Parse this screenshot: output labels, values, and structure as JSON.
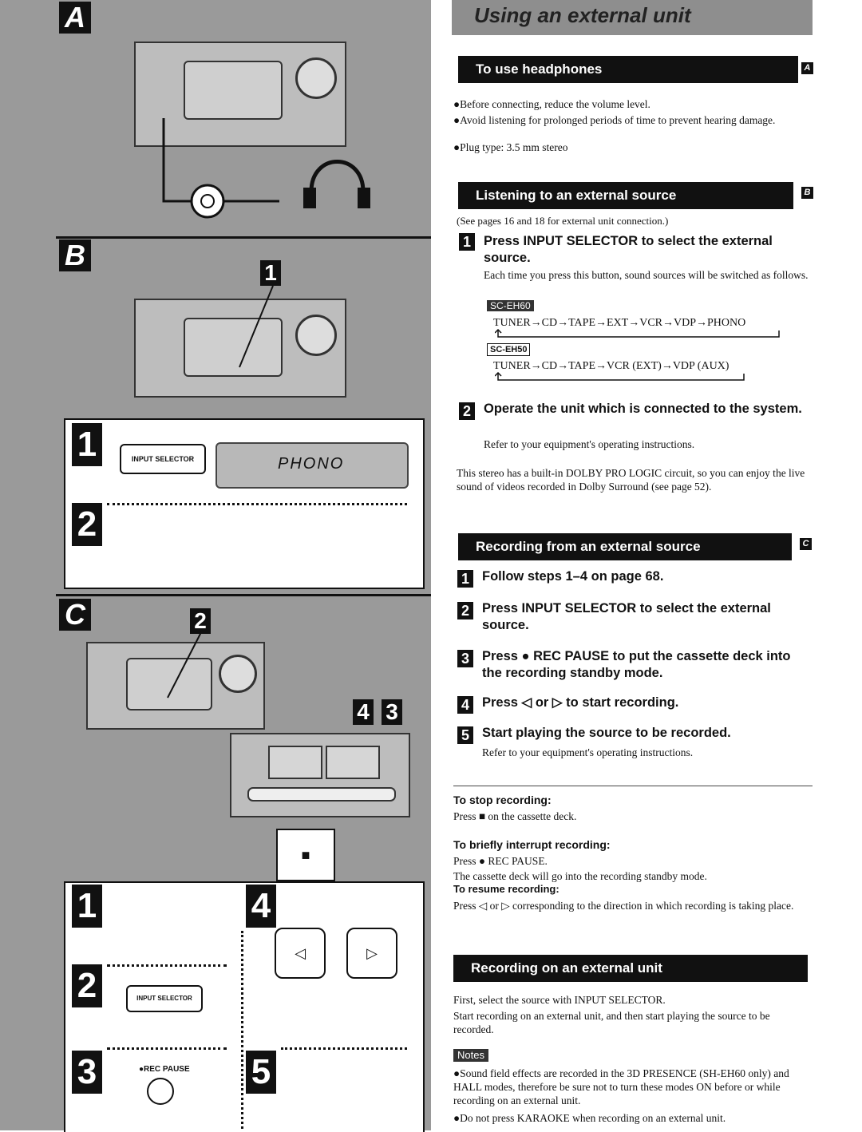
{
  "page_title": "Using an external unit",
  "panels": {
    "A": "A",
    "B": "B",
    "C": "C",
    "b_step1": "1",
    "b_step2": "2",
    "b_callout1": "1",
    "b_button_label": "INPUT SELECTOR",
    "b_display_text": "PHONO",
    "c_callout2": "2",
    "c_callout4": "4",
    "c_callout3": "3",
    "c_step1": "1",
    "c_step2": "2",
    "c_step3": "3",
    "c_step4": "4",
    "c_step5": "5",
    "c_button_input": "INPUT SELECTOR",
    "c_button_rec": "●REC PAUSE",
    "c_stop_symbol": "■",
    "c_rev_symbol": "◁",
    "c_fwd_symbol": "▷"
  },
  "headphones": {
    "title": "To use headphones",
    "letter": "A",
    "bullets": [
      "●Before connecting, reduce the volume level.",
      "●Avoid listening for prolonged periods of time to prevent hearing damage.",
      "●Plug type: 3.5 mm stereo"
    ]
  },
  "listening": {
    "title": "Listening to an external source",
    "letter": "B",
    "note": "(See pages 16 and 18 for external unit connection.)",
    "step1_num": "1",
    "step1_title": "Press INPUT SELECTOR to select the external source.",
    "step1_body": "Each time you press this button, sound sources will be switched as follows.",
    "model1": "SC-EH60",
    "seq1": "TUNER→CD→TAPE→EXT→VCR→VDP→PHONO",
    "model2": "SC-EH50",
    "seq2": "TUNER→CD→TAPE→VCR (EXT)→VDP (AUX)",
    "step2_num": "2",
    "step2_title": "Operate the unit which is connected to the system.",
    "step2_body": "Refer to your equipment's operating instructions.",
    "dolby": "This stereo has a built-in DOLBY PRO LOGIC circuit, so you can enjoy the live sound of videos recorded in Dolby Surround (see page 52)."
  },
  "recording_from": {
    "title": "Recording from an external source",
    "letter": "C",
    "steps": [
      {
        "num": "1",
        "title": "Follow steps 1–4 on page 68."
      },
      {
        "num": "2",
        "title": "Press INPUT SELECTOR to select the external source."
      },
      {
        "num": "3",
        "title": "Press ● REC PAUSE to put the cassette deck into the recording standby mode."
      },
      {
        "num": "4",
        "title": "Press ◁ or ▷ to start recording."
      },
      {
        "num": "5",
        "title": "Start playing the source to be recorded."
      }
    ],
    "step5_body": "Refer to your equipment's operating instructions.",
    "stop_head": "To stop recording:",
    "stop_body": "Press ■ on the cassette deck.",
    "interrupt_head": "To briefly interrupt recording:",
    "interrupt_body1": "Press ● REC PAUSE.",
    "interrupt_body2": "The cassette deck will go into the recording standby mode.",
    "resume_head": "To resume recording:",
    "resume_body": "Press ◁ or ▷ corresponding to the direction in which recording is taking place."
  },
  "recording_on": {
    "title": "Recording on an external unit",
    "p1": "First, select the source with INPUT SELECTOR.",
    "p2": "Start recording on an external unit, and then start playing the source to be recorded.",
    "notes_label": "Notes",
    "note1": "●Sound field effects are recorded in the 3D PRESENCE (SH-EH60 only) and HALL modes, therefore be sure not to turn these modes ON before or while recording on an external unit.",
    "note2": "●Do not press KARAOKE when recording on an external unit."
  }
}
